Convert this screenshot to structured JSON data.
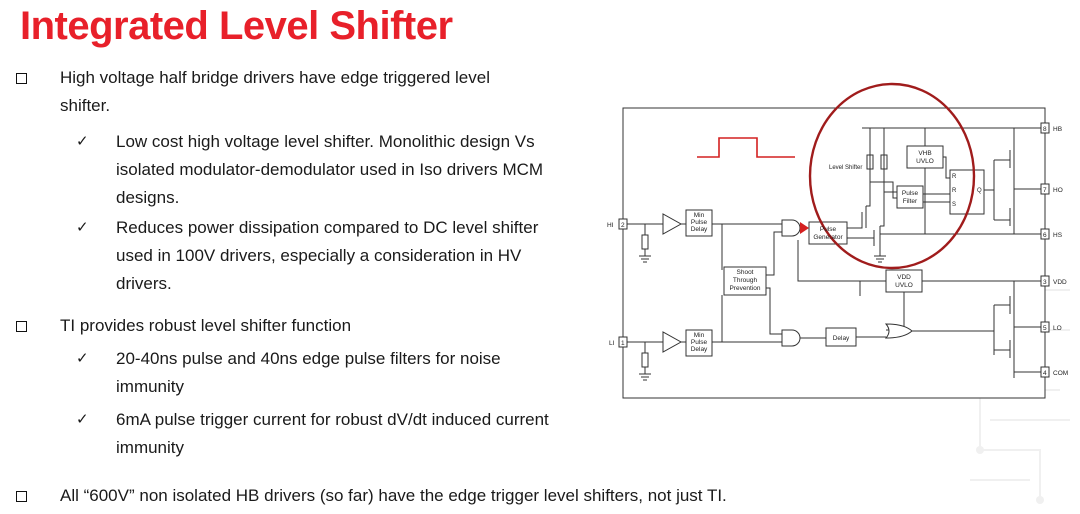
{
  "title": "Integrated Level Shifter",
  "bullets": {
    "b1": [
      "High voltage half bridge drivers have edge triggered level",
      "shifter."
    ],
    "b1a": [
      "Low cost high voltage level shifter. Monolithic design Vs",
      "isolated modulator-demodulator used in Iso drivers MCM",
      "designs."
    ],
    "b1b": [
      "Reduces power dissipation compared to DC level shifter",
      "used in 100V drivers, especially a consideration in HV",
      "drivers."
    ],
    "b2": [
      "TI provides robust level shifter function"
    ],
    "b2a": [
      "20-40ns pulse and 40ns edge pulse filters for noise",
      "immunity"
    ],
    "b2b": [
      "6mA pulse trigger current for robust dV/dt induced current",
      "immunity"
    ],
    "b3": [
      "All “600V” non isolated HB drivers (so far) have the edge trigger level shifters, not just TI."
    ]
  },
  "diagram": {
    "blocks": {
      "min_pulse_delay": [
        "Min",
        "Pulse",
        "Delay"
      ],
      "shoot_through": [
        "Shoot",
        "Through",
        "Prevention"
      ],
      "pulse_generator": [
        "Pulse",
        "Generator"
      ],
      "pulse_filter": [
        "Pulse",
        "Filter"
      ],
      "vhb_uvlo": [
        "VHB",
        "UVLO"
      ],
      "vdd_uvlo": [
        "VDD",
        "UVLO"
      ],
      "delay": "Delay",
      "level_shifter": "Level Shifter",
      "latch_r1": "R",
      "latch_r2": "R",
      "latch_s": "S",
      "latch_q": "Q"
    },
    "pins": {
      "hi": {
        "name": "HI",
        "num": "2"
      },
      "li": {
        "name": "LI",
        "num": "1"
      },
      "hb": {
        "name": "HB",
        "num": "8"
      },
      "ho": {
        "name": "HO",
        "num": "7"
      },
      "hs": {
        "name": "HS",
        "num": "6"
      },
      "vdd": {
        "name": "VDD",
        "num": "3"
      },
      "lo": {
        "name": "LO",
        "num": "5"
      },
      "com": {
        "name": "COM",
        "num": "4"
      }
    }
  },
  "colors": {
    "title": "#e8202a",
    "highlight_circle": "#a01c1c",
    "arrow": "#d42020",
    "pulse": "#d42020"
  }
}
